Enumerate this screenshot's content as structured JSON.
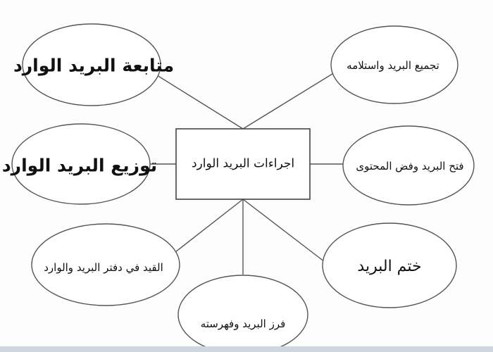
{
  "diagram": {
    "center": "اجراءات البريد الوارد",
    "nodes": [
      {
        "id": "follow-up",
        "label": "متابعة البريد الوارد"
      },
      {
        "id": "collect",
        "label": "تجميع البريد واستلامه"
      },
      {
        "id": "distribute",
        "label": "توزيع البريد الوارد"
      },
      {
        "id": "open",
        "label": "فتح البريد وفض المحتوى"
      },
      {
        "id": "register",
        "label": "القيد في دفتر البريد والوارد"
      },
      {
        "id": "stamp",
        "label": "ختم البريد"
      },
      {
        "id": "sort",
        "label": "فرز البريد وفهرسته"
      }
    ]
  }
}
